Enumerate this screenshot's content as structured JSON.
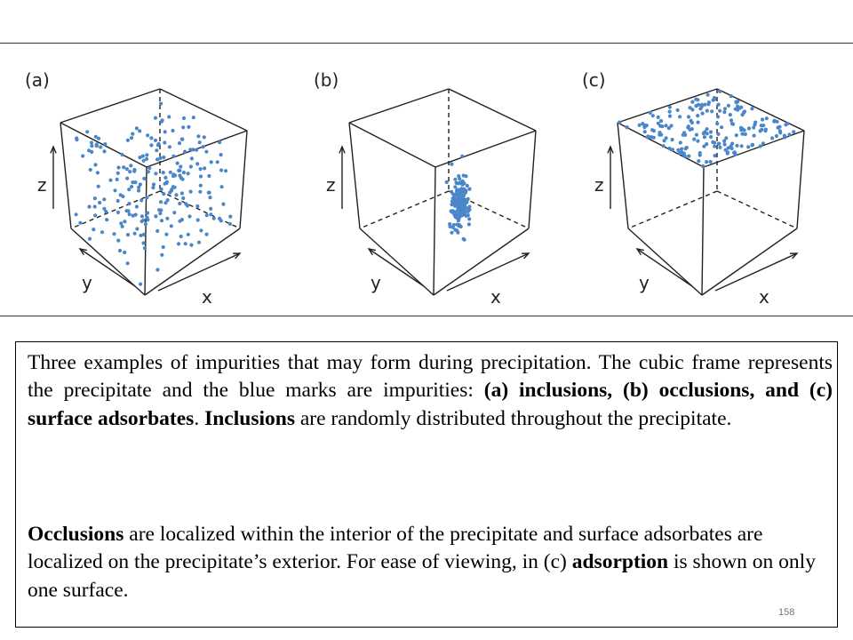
{
  "figure": {
    "panels": [
      {
        "label": "(a)",
        "axis_x": "x",
        "axis_y": "y",
        "axis_z": "z",
        "distribution": "inclusions"
      },
      {
        "label": "(b)",
        "axis_x": "x",
        "axis_y": "y",
        "axis_z": "z",
        "distribution": "occlusions"
      },
      {
        "label": "(c)",
        "axis_x": "x",
        "axis_y": "y",
        "axis_z": "z",
        "distribution": "surface adsorbates"
      }
    ],
    "dot_color": "#4a86c8",
    "frame_color": "#222222"
  },
  "caption": {
    "p1_t1": "Three examples of impurities that may form during precipitation. The cubic frame represents the precipitate and the blue marks are impurities: ",
    "p1_b1": "(a) inclusions, (b) occlusions, and (c) surface adsorbates",
    "p1_t2": ". ",
    "p1_b2": "Inclusions",
    "p1_t3": " are randomly distributed throughout the precipitate.",
    "p2_b1": "Occlusions",
    "p2_t1": " are localized within the interior of the precipitate and surface adsorbates are localized on the precipitate’s exterior. For ease of viewing, in (c) ",
    "p2_b2": "adsorption",
    "p2_t2": " is shown on only one surface."
  },
  "page_number": "158"
}
